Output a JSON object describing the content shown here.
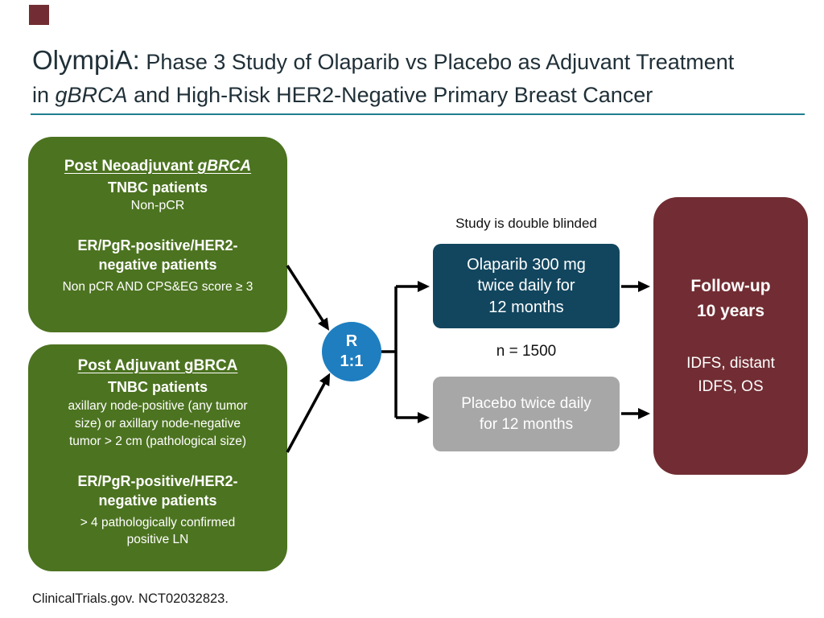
{
  "title": {
    "olympia": "OlympiA:",
    "line1": " Phase 3 Study of Olaparib vs Placebo as Adjuvant Treatment",
    "line2_pre": "in ",
    "line2_gene": "gBRCA",
    "line2_post": " and High-Risk HER2-Negative Primary Breast Cancer"
  },
  "neoadjuvant": {
    "heading_pre": "Post Neoadjuvant ",
    "heading_gene": "gBRCA",
    "subheading": "TNBC patients",
    "line1": "Non-pCR",
    "er_heading": "ER/PgR-positive/HER2-\nnegative patients",
    "er_line": "Non pCR AND CPS&EG score ≥ 3"
  },
  "adjuvant": {
    "heading": "Post Adjuvant gBRCA",
    "subheading": "TNBC patients",
    "body": "axillary node-positive (any tumor\nsize) or axillary node-negative\ntumor > 2 cm (pathological size)",
    "er_heading": "ER/PgR-positive/HER2-\nnegative patients",
    "er_line": "> 4 pathologically confirmed\npositive LN"
  },
  "randomization": {
    "letter": "R",
    "ratio": "1:1"
  },
  "olaparib": {
    "label": "Olaparib 300 mg\ntwice daily for\n12 months"
  },
  "placebo": {
    "label": "Placebo twice daily\nfor 12 months"
  },
  "annotations": {
    "blinded": "Study is double blinded",
    "sample": "n = 1500"
  },
  "followup": {
    "heading": "Follow-up\n10 years",
    "body": "IDFS, distant\nIDFS, OS"
  },
  "footer": {
    "text": "ClinicalTrials.gov. NCT02032823."
  },
  "colors": {
    "green": "#4c7320",
    "maroon": "#712d33",
    "navy": "#12465f",
    "gray": "#a7a7a7",
    "blue": "#1e7ec0",
    "teal_rule": "#1e7f8f",
    "arrow": "#000000"
  }
}
